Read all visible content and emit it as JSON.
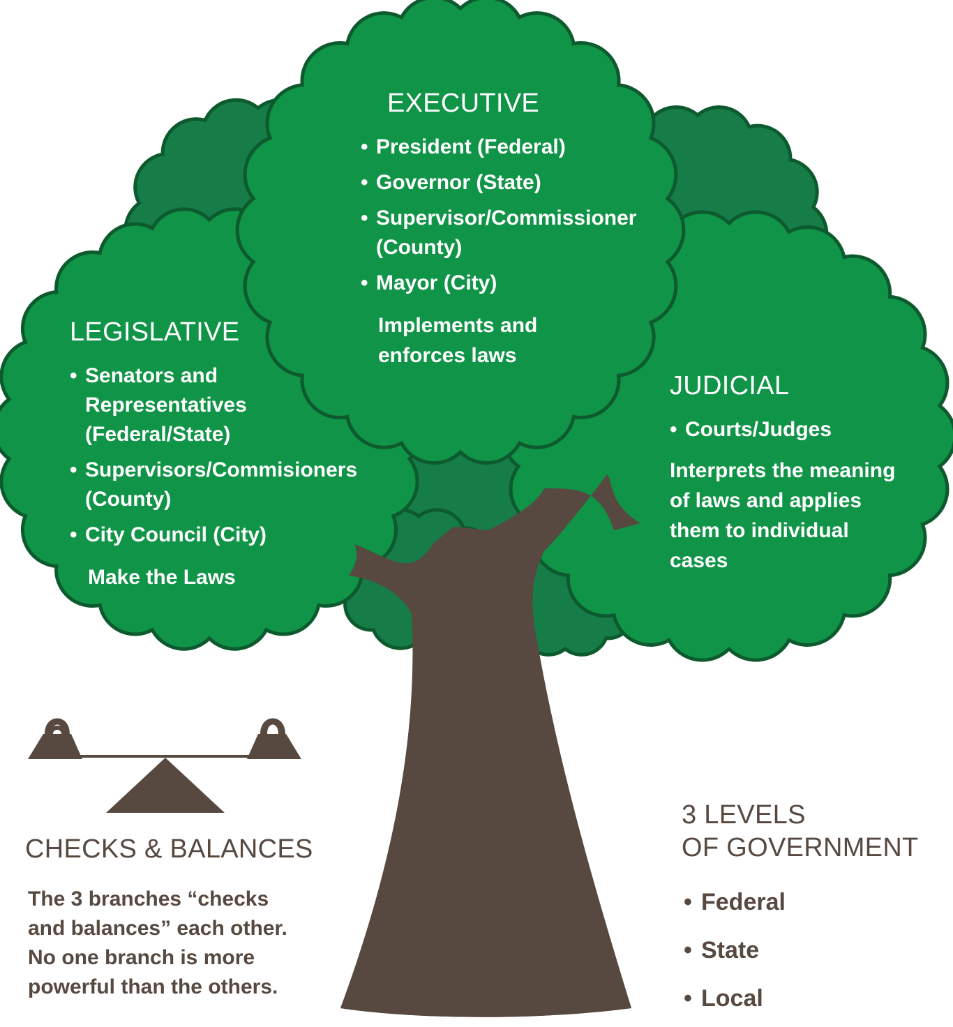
{
  "colors": {
    "leaf": "#109447",
    "leaf_outline": "#0c5a2e",
    "leaf_shadow": "#177d48",
    "trunk": "#574940",
    "text_on_leaf": "#ffffff"
  },
  "executive": {
    "heading": "EXECUTIVE",
    "items": [
      "President (Federal)",
      "Governor (State)",
      "Supervisor/Commissioner\n(County)",
      "Mayor (City)"
    ],
    "description": "Implements and\nenforces laws"
  },
  "legislative": {
    "heading": "LEGISLATIVE",
    "items": [
      "Senators and\nRepresentatives\n(Federal/State)",
      "Supervisors/Commisioners\n(County)",
      "City Council (City)"
    ],
    "description": "Make the Laws"
  },
  "judicial": {
    "heading": "JUDICIAL",
    "items": [
      "Courts/Judges"
    ],
    "description": "Interprets the meaning\nof laws and applies\nthem to individual\ncases"
  },
  "checks_balances": {
    "heading": "CHECKS & BALANCES",
    "description": "The 3 branches “checks\nand balances” each other.\nNo one branch is more\npowerful than the others."
  },
  "levels": {
    "heading_line1": "3 LEVELS",
    "heading_line2": "OF GOVERNMENT",
    "items": [
      "Federal",
      "State",
      "Local"
    ]
  },
  "bullet_char": "•"
}
